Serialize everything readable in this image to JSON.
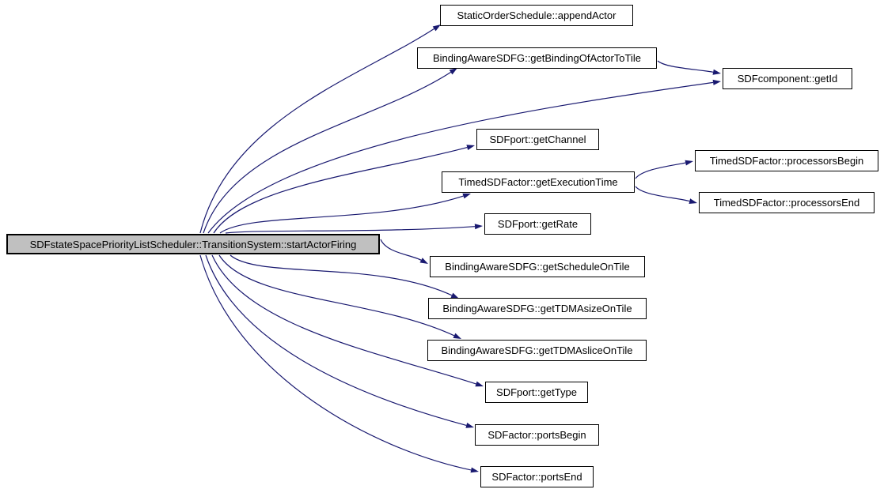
{
  "diagram": {
    "type": "call-graph",
    "background": "#ffffff",
    "colors": {
      "edge": "#191970",
      "node_border": "#000000",
      "node_fill": "#ffffff",
      "main_node_fill": "#c0c0c0",
      "text": "#000000"
    },
    "nodes": [
      {
        "id": "startActorFiring",
        "label": "SDFstateSpacePriorityListScheduler::TransitionSystem::startActorFiring",
        "role": "main"
      },
      {
        "id": "appendActor",
        "label": "StaticOrderSchedule::appendActor",
        "role": "callee"
      },
      {
        "id": "getBindingOfActorToTile",
        "label": "BindingAwareSDFG::getBindingOfActorToTile",
        "role": "callee"
      },
      {
        "id": "getId",
        "label": "SDFcomponent::getId",
        "role": "callee"
      },
      {
        "id": "getChannel",
        "label": "SDFport::getChannel",
        "role": "callee"
      },
      {
        "id": "getExecutionTime",
        "label": "TimedSDFactor::getExecutionTime",
        "role": "callee"
      },
      {
        "id": "processorsBegin",
        "label": "TimedSDFactor::processorsBegin",
        "role": "callee"
      },
      {
        "id": "processorsEnd",
        "label": "TimedSDFactor::processorsEnd",
        "role": "callee"
      },
      {
        "id": "getRate",
        "label": "SDFport::getRate",
        "role": "callee"
      },
      {
        "id": "getScheduleOnTile",
        "label": "BindingAwareSDFG::getScheduleOnTile",
        "role": "callee"
      },
      {
        "id": "getTDMAsizeOnTile",
        "label": "BindingAwareSDFG::getTDMAsizeOnTile",
        "role": "callee"
      },
      {
        "id": "getTDMAsliceOnTile",
        "label": "BindingAwareSDFG::getTDMAsliceOnTile",
        "role": "callee"
      },
      {
        "id": "getType",
        "label": "SDFport::getType",
        "role": "callee"
      },
      {
        "id": "portsBegin",
        "label": "SDFactor::portsBegin",
        "role": "callee"
      },
      {
        "id": "portsEnd",
        "label": "SDFactor::portsEnd",
        "role": "callee"
      }
    ],
    "edges": [
      {
        "from": "startActorFiring",
        "to": "appendActor"
      },
      {
        "from": "startActorFiring",
        "to": "getBindingOfActorToTile"
      },
      {
        "from": "startActorFiring",
        "to": "getId"
      },
      {
        "from": "startActorFiring",
        "to": "getChannel"
      },
      {
        "from": "startActorFiring",
        "to": "getExecutionTime"
      },
      {
        "from": "startActorFiring",
        "to": "getRate"
      },
      {
        "from": "startActorFiring",
        "to": "getScheduleOnTile"
      },
      {
        "from": "startActorFiring",
        "to": "getTDMAsizeOnTile"
      },
      {
        "from": "startActorFiring",
        "to": "getTDMAsliceOnTile"
      },
      {
        "from": "startActorFiring",
        "to": "getType"
      },
      {
        "from": "startActorFiring",
        "to": "portsBegin"
      },
      {
        "from": "startActorFiring",
        "to": "portsEnd"
      },
      {
        "from": "getBindingOfActorToTile",
        "to": "getId"
      },
      {
        "from": "getExecutionTime",
        "to": "processorsBegin"
      },
      {
        "from": "getExecutionTime",
        "to": "processorsEnd"
      }
    ]
  }
}
